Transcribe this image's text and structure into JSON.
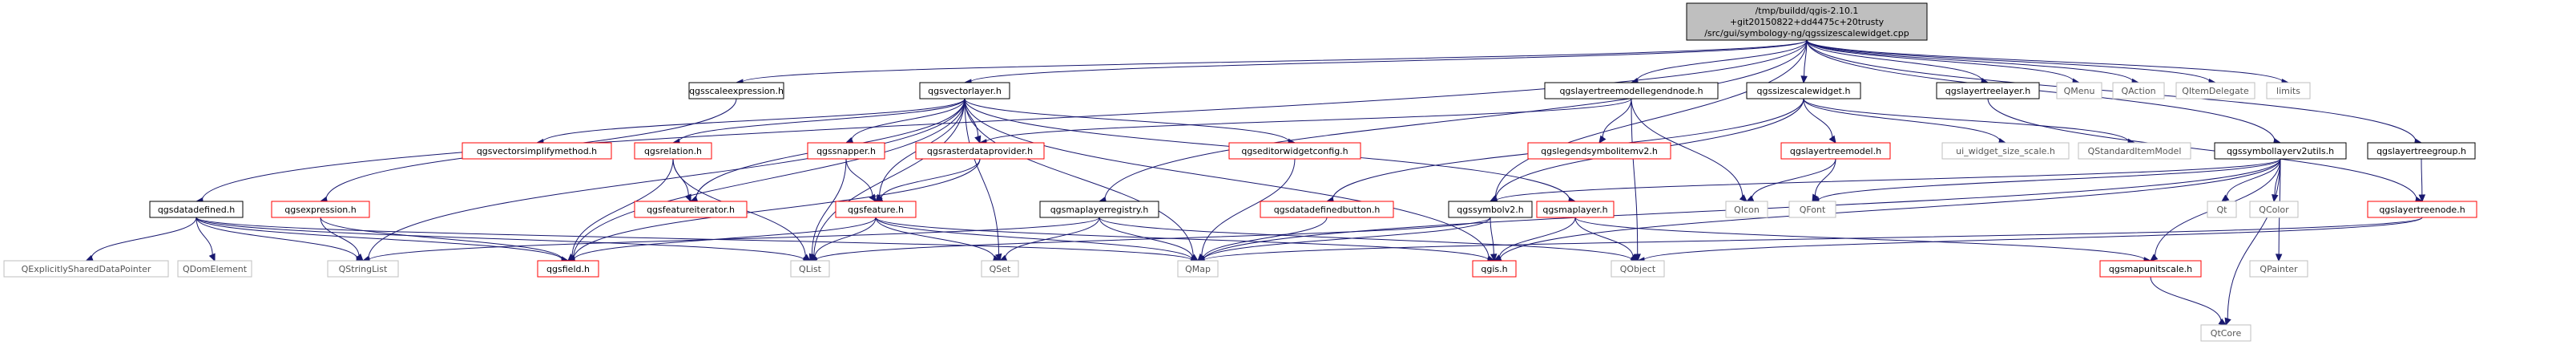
{
  "diagram": {
    "title": "",
    "colors": {
      "edge": "#191970",
      "root_fill": "#bfbfbf",
      "normal_border": "#000000",
      "missing_border": "#ff0000",
      "external_border": "#bfbfbf",
      "external_text": "#555555"
    },
    "root": [
      "/tmp/buildd/qgis-2.10.1",
      "+git20150822+dd4475c+20trusty",
      "/src/gui/symbology-ng/qgssizescalewidget.cpp"
    ],
    "nodes": {
      "root": "",
      "qgsscaleexpression": "qgsscaleexpression.h",
      "qgsvectorlayer": "qgsvectorlayer.h",
      "qgslayertreemodellegendnode": "qgslayertreemodellegendnode.h",
      "qgssizescalewidget": "qgssizescalewidget.h",
      "qgslayertreelayer": "qgslayertreelayer.h",
      "QMenu": "QMenu",
      "QAction": "QAction",
      "QItemDelegate": "QItemDelegate",
      "limits": "limits",
      "qgsexpression": "qgsexpression.h",
      "qgsvectorsimplifymethod": "qgsvectorsimplifymethod.h",
      "qgsrelation": "qgsrelation.h",
      "qgssnapper": "qgssnapper.h",
      "qgsrasterdataprovider": "qgsrasterdataprovider.h",
      "qgseditorwidgetconfig": "qgseditorwidgetconfig.h",
      "qgslegendsymbolitemv2": "qgslegendsymbolitemv2.h",
      "qgslayertreemodel": "qgslayertreemodel.h",
      "ui_widget_size_scale": "ui_widget_size_scale.h",
      "QStandardItemModel": "QStandardItemModel",
      "qgssymbollayerv2utils": "qgssymbollayerv2utils.h",
      "qgslayertreegroup": "qgslayertreegroup.h",
      "qgsdatadefined": "qgsdatadefined.h",
      "qgsfeatureiterator": "qgsfeatureiterator.h",
      "qgsfeature": "qgsfeature.h",
      "qgsmaplayerregistry": "qgsmaplayerregistry.h",
      "qgsdatadefinedbutton": "qgsdatadefinedbutton.h",
      "qgssymbolv2": "qgssymbolv2.h",
      "qgsmaplayer": "qgsmaplayer.h",
      "QIcon": "QIcon",
      "QFont": "QFont",
      "Qt": "Qt",
      "QColor": "QColor",
      "qgslayertreenode": "qgslayertreenode.h",
      "QExplicitlySharedDataPointer": "QExplicitlySharedDataPointer",
      "QDomElement": "QDomElement",
      "QStringList": "QStringList",
      "qgsfield": "qgsfield.h",
      "QList": "QList",
      "QSet": "QSet",
      "QMap": "QMap",
      "qgis": "qgis.h",
      "QObject": "QObject",
      "qgsmapunitscale": "qgsmapunitscale.h",
      "QPainter": "QPainter",
      "QtCore": "QtCore"
    }
  }
}
